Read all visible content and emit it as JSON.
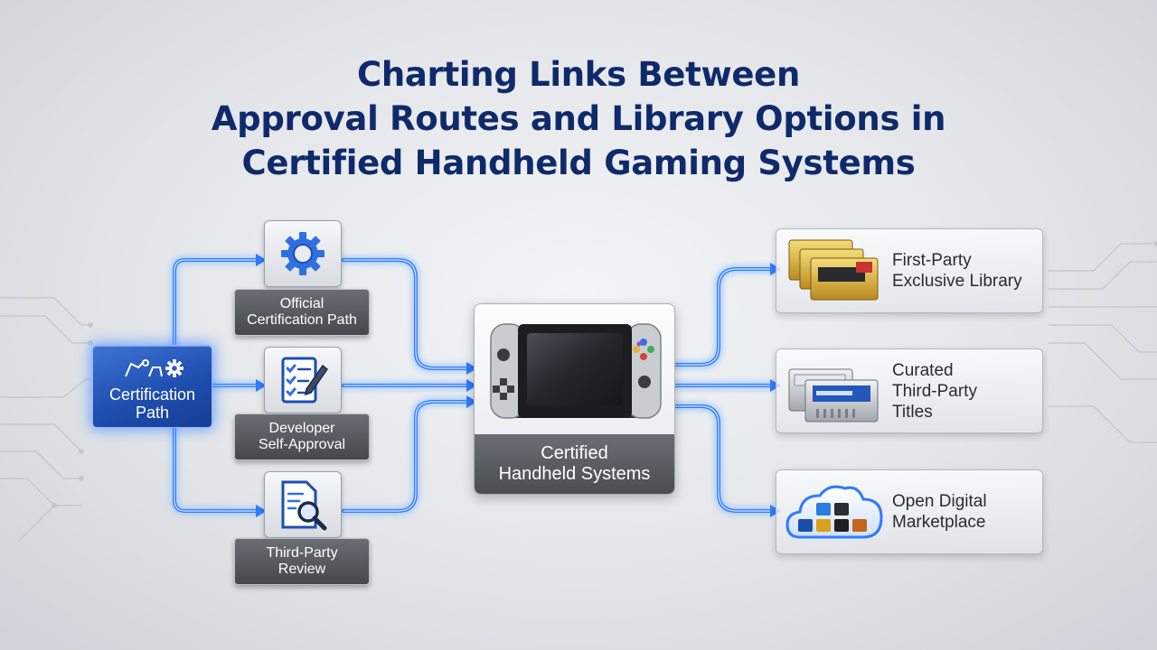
{
  "title": {
    "line1": "Charting Links Between",
    "line2": "Approval Routes and Library Options in",
    "line3": "Certified Handheld Gaming Systems"
  },
  "source": {
    "line1": "Certification",
    "line2": "Path",
    "icon": "robot-and-gear-icon"
  },
  "routes": [
    {
      "line1": "Official",
      "line2": "Certification Path",
      "icon": "gear-icon"
    },
    {
      "line1": "Developer",
      "line2": "Self-Approval",
      "icon": "checklist-pen-icon"
    },
    {
      "line1": "Third-Party",
      "line2": "Review",
      "icon": "document-magnifier-icon"
    }
  ],
  "hub": {
    "line1": "Certified",
    "line2": "Handheld Systems",
    "icon": "handheld-console-icon"
  },
  "outcomes": [
    {
      "lines": [
        "First-Party",
        "Exclusive Library"
      ],
      "icon": "gold-cartridges-icon"
    },
    {
      "lines": [
        "Curated",
        "Third-Party",
        "Titles"
      ],
      "icon": "silver-cartridges-icon"
    },
    {
      "lines": [
        "Open Digital",
        "Marketplace"
      ],
      "icon": "cloud-store-icon"
    }
  ],
  "colors": {
    "title": "#0f2a6b",
    "connector": "#2f7bff",
    "connector_glow": "#9cc6ff",
    "source_fill": "#1f4fb0"
  }
}
